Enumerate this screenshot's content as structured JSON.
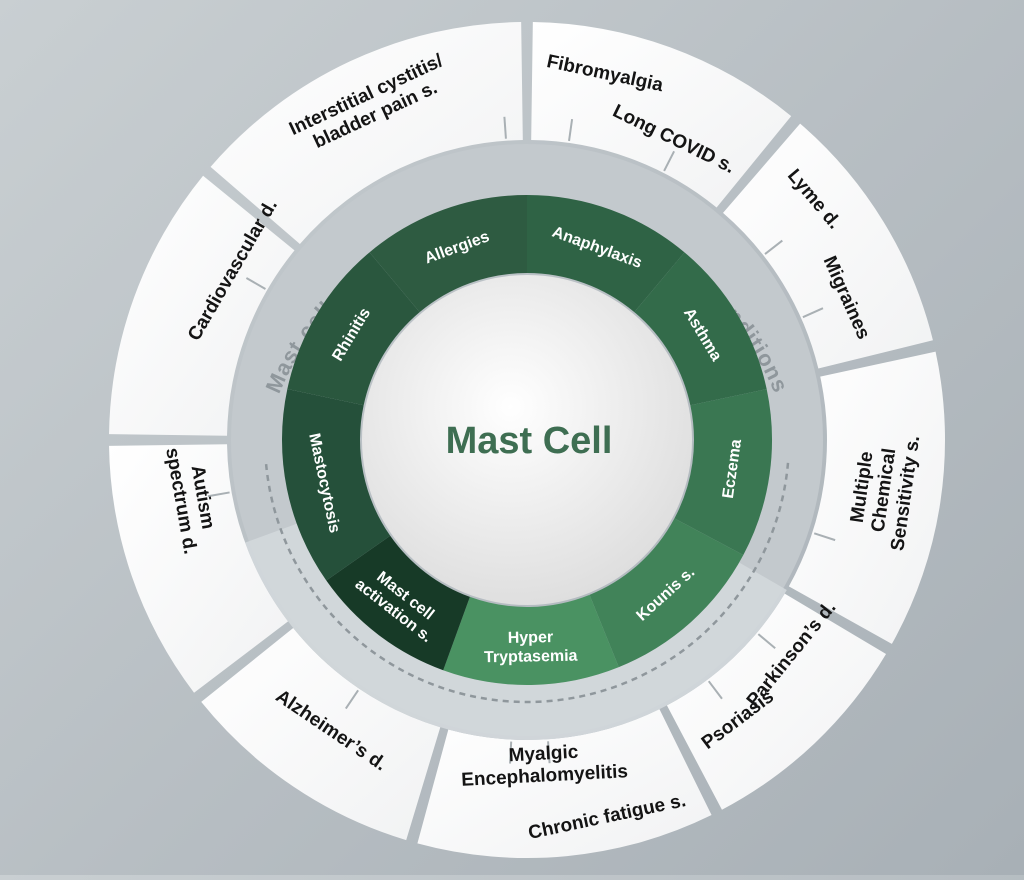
{
  "center": {
    "title": "Mast Cell"
  },
  "ring_caption": "Mast cells could interact with these kinds of conditions",
  "inner_conditions": [
    {
      "label": [
        "Allergies"
      ],
      "color": "#2e5b41"
    },
    {
      "label": [
        "Anaphylaxis"
      ],
      "color": "#2f6345"
    },
    {
      "label": [
        "Asthma"
      ],
      "color": "#336b4a"
    },
    {
      "label": [
        "Eczema"
      ],
      "color": "#3a7752"
    },
    {
      "label": [
        "Kounis s."
      ],
      "color": "#418359"
    },
    {
      "label": [
        "Hyper",
        "Tryptasemia"
      ],
      "color": "#4a9262"
    },
    {
      "label": [
        "Mast cell",
        "activation s."
      ],
      "color": "#173a27"
    },
    {
      "label": [
        "Mastocytosis"
      ],
      "color": "#25503a"
    },
    {
      "label": [
        "Rhinitis"
      ],
      "color": "#2a573e"
    }
  ],
  "outer_segments": [
    {
      "labels": [
        [
          "Interstitial cystitis/",
          "bladder pain s."
        ]
      ]
    },
    {
      "labels": [
        [
          "Fibromyalgia"
        ],
        [
          "Long COVID s."
        ]
      ]
    },
    {
      "labels": [
        [
          "Lyme d."
        ],
        [
          "Migraines"
        ]
      ]
    },
    {
      "labels": [
        [
          "Multiple",
          "Chemical",
          "Sensitivity s."
        ]
      ]
    },
    {
      "labels": [
        [
          "Parkinson’s d."
        ],
        [
          "Psoriasis"
        ]
      ]
    },
    {
      "labels": [
        [
          "Myalgic",
          "Encephalomyelitis"
        ],
        [
          "Chronic fatigue s."
        ]
      ]
    },
    {
      "labels": [
        [
          "Alzheimer’s d."
        ]
      ]
    },
    {
      "labels": [
        [
          "Autism",
          "spectrum d."
        ]
      ]
    },
    {
      "labels": [
        [
          "Cardiovascular d."
        ]
      ]
    }
  ],
  "colors": {
    "outer_segment": "#ffffff",
    "band": "#c3c9cd",
    "caption": "#8f979c",
    "center_text": "#3e6e52",
    "center_fill": "#ececec",
    "dashed_ring": "#8f979c",
    "connector": "#a9b0b4"
  }
}
